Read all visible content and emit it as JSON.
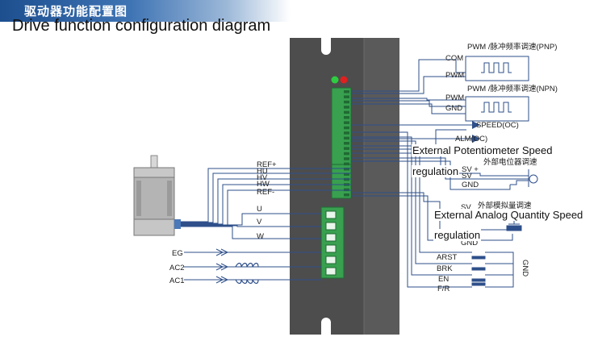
{
  "banner": {
    "title": "驱动器功能配置图"
  },
  "title": "Drive function configuration diagram",
  "motor_signals": [
    "REF+",
    "HU",
    "HV",
    "HW",
    "REF-"
  ],
  "power_labels": [
    "U",
    "V",
    "W"
  ],
  "input_labels": [
    "EG",
    "AC2",
    "AC1"
  ],
  "pwm_pnp": {
    "header": "PWM /脉冲频率调速(PNP)",
    "com": "COM",
    "pwm": "PWM"
  },
  "pwm_npn": {
    "header": "PWM /脉冲频率调速(NPN)",
    "pwm": "PWM",
    "gnd": "GND"
  },
  "outputs": {
    "speed": "SPEED(OC)",
    "alm": "ALM(OC)"
  },
  "potentiometer": {
    "caption": "External Potentiometer Speed",
    "caption2": "regulation",
    "cn_label": "外部电位器调速",
    "sv_plus": "SV +",
    "sv": "SV",
    "gnd": "GND"
  },
  "analog": {
    "caption": "External Analog Quantity Speed",
    "caption2": "regulation",
    "cn_label": "外部模拟量调速",
    "sv": "SV",
    "gnd": "GND"
  },
  "switches": [
    "ARST",
    "BRK",
    "EN",
    "F/R"
  ],
  "switch_gnd": "GND",
  "colors": {
    "wire": "#2e4f8a",
    "driver": "#555555",
    "terminal": "#2f8a43",
    "banner": "#2a5ea0"
  }
}
